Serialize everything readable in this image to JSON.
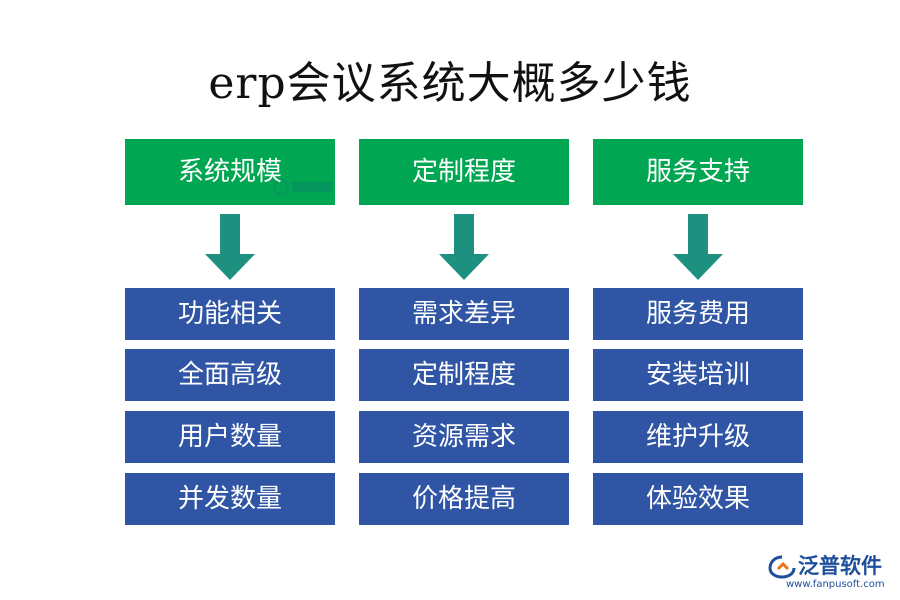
{
  "title": "erp会议系统大概多少钱",
  "colors": {
    "header": "#00a651",
    "item": "#2f55a4",
    "arrow": "#1e9080",
    "logo": "#1e4f9c"
  },
  "columns": [
    {
      "header": "系统规模",
      "items": [
        "功能相关",
        "全面高级",
        "用户数量",
        "并发数量"
      ]
    },
    {
      "header": "定制程度",
      "items": [
        "需求差异",
        "定制程度",
        "资源需求",
        "价格提高"
      ]
    },
    {
      "header": "服务支持",
      "items": [
        "服务费用",
        "安装培训",
        "维护升级",
        "体验效果"
      ]
    }
  ],
  "watermark_text": "泛普软件",
  "logo": {
    "name": "泛普软件",
    "url": "www.fanpusoft.com",
    "icon": "fanpu-logo-icon"
  },
  "icons": {
    "arrow": "down-arrow-icon"
  }
}
